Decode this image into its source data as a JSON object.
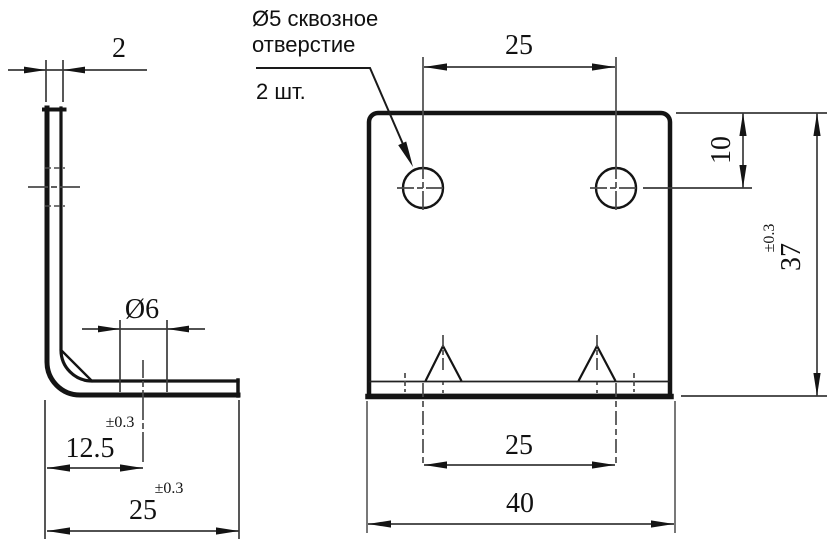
{
  "drawing": {
    "annotation": {
      "line1": "Ø5 сквозное",
      "line2": "отверстие",
      "line3": "2 шт."
    },
    "side_view": {
      "thickness": "2",
      "hole_diameter": "Ø6",
      "hole_offset": "12.5",
      "hole_offset_tolerance": "±0.3",
      "leg_length": "25",
      "leg_length_tolerance": "±0.3"
    },
    "front_view": {
      "top_hole_spacing": "25",
      "hole_top_offset": "10",
      "height": "37",
      "height_tolerance": "±0.3",
      "bottom_hole_spacing": "25",
      "width": "40"
    },
    "colors": {
      "line": "#141414",
      "thin_line": "#3a3a3a",
      "centerline": "#555555",
      "background": "#ffffff"
    }
  }
}
